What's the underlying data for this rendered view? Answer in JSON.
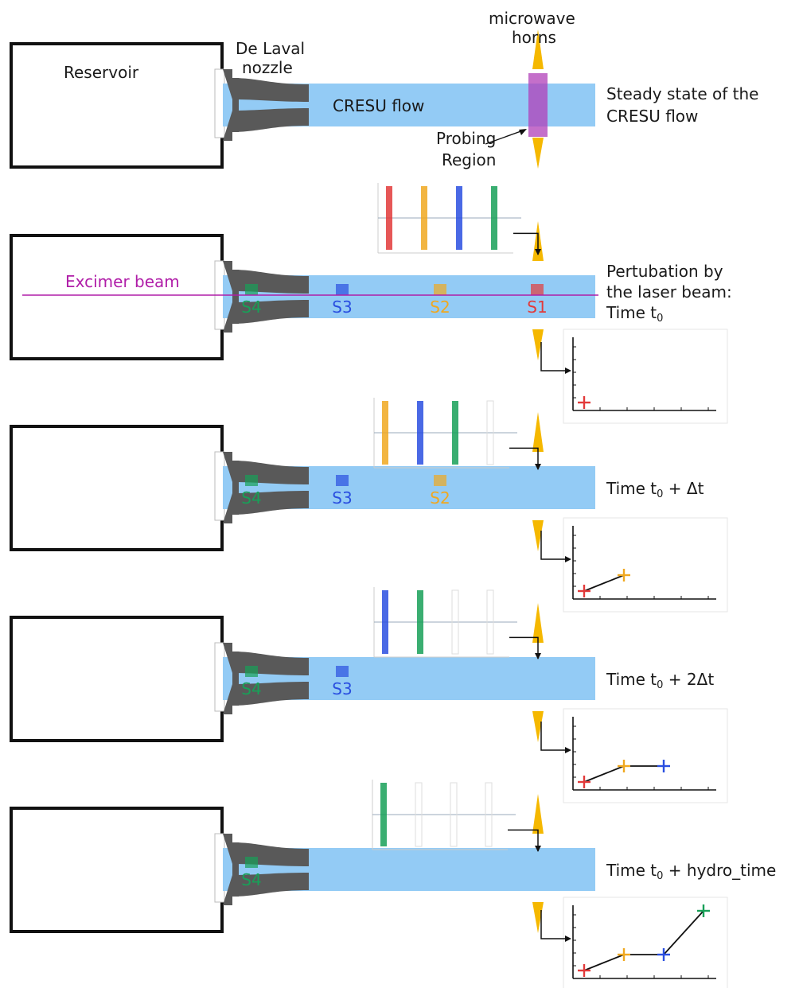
{
  "labels": {
    "reservoir": "Reservoir",
    "nozzle_line1": "De Laval",
    "nozzle_line2": "nozzle",
    "horns_line1": "microwave",
    "horns_line2": "horns",
    "flow": "CRESU flow",
    "probing_line1": "Probing",
    "probing_line2": "Region",
    "excimer": "Excimer beam"
  },
  "colors": {
    "flow": "#93cbf5",
    "nozzle": "#595959",
    "horn": "#f5b800",
    "probe": "#b03fb8",
    "beam": "#b01ea8",
    "S1": "#e23a3a",
    "S2": "#f0a820",
    "S3": "#2a4fe0",
    "S4": "#18a058"
  },
  "sample_names": [
    "S1",
    "S2",
    "S3",
    "S4"
  ],
  "panels": [
    {
      "caption": [
        "Steady state of the",
        "CRESU flow"
      ],
      "samples": [],
      "spectrum": null,
      "kinetics": null
    },
    {
      "caption": [
        "Pertubation by",
        "the laser beam:",
        "Time t",
        "0",
        ""
      ],
      "samples": [
        "S4",
        "S3",
        "S2",
        "S1"
      ],
      "spectrum": [
        "S1",
        "S2",
        "S3",
        "S4"
      ],
      "kinetics": [
        "S1"
      ]
    },
    {
      "caption": [
        "Time t",
        "0",
        " + Δt"
      ],
      "samples": [
        "S4",
        "S3",
        "S2"
      ],
      "spectrum": [
        "S2",
        "S3",
        "S4",
        "-"
      ],
      "kinetics": [
        "S1",
        "S2"
      ]
    },
    {
      "caption": [
        "Time t",
        "0",
        " + 2Δt"
      ],
      "samples": [
        "S4",
        "S3"
      ],
      "spectrum": [
        "S3",
        "S4",
        "-",
        "-"
      ],
      "kinetics": [
        "S1",
        "S2",
        "S3"
      ]
    },
    {
      "caption": [
        "Time t",
        "0",
        " + hydro_time"
      ],
      "samples": [
        "S4"
      ],
      "spectrum": [
        "S4",
        "-",
        "-",
        "-"
      ],
      "kinetics": [
        "S1",
        "S2",
        "S3",
        "S4"
      ]
    }
  ],
  "kinetics_levels": {
    "S1": 0.0,
    "S2": 0.2,
    "S3": 0.2,
    "S4": 0.75
  }
}
